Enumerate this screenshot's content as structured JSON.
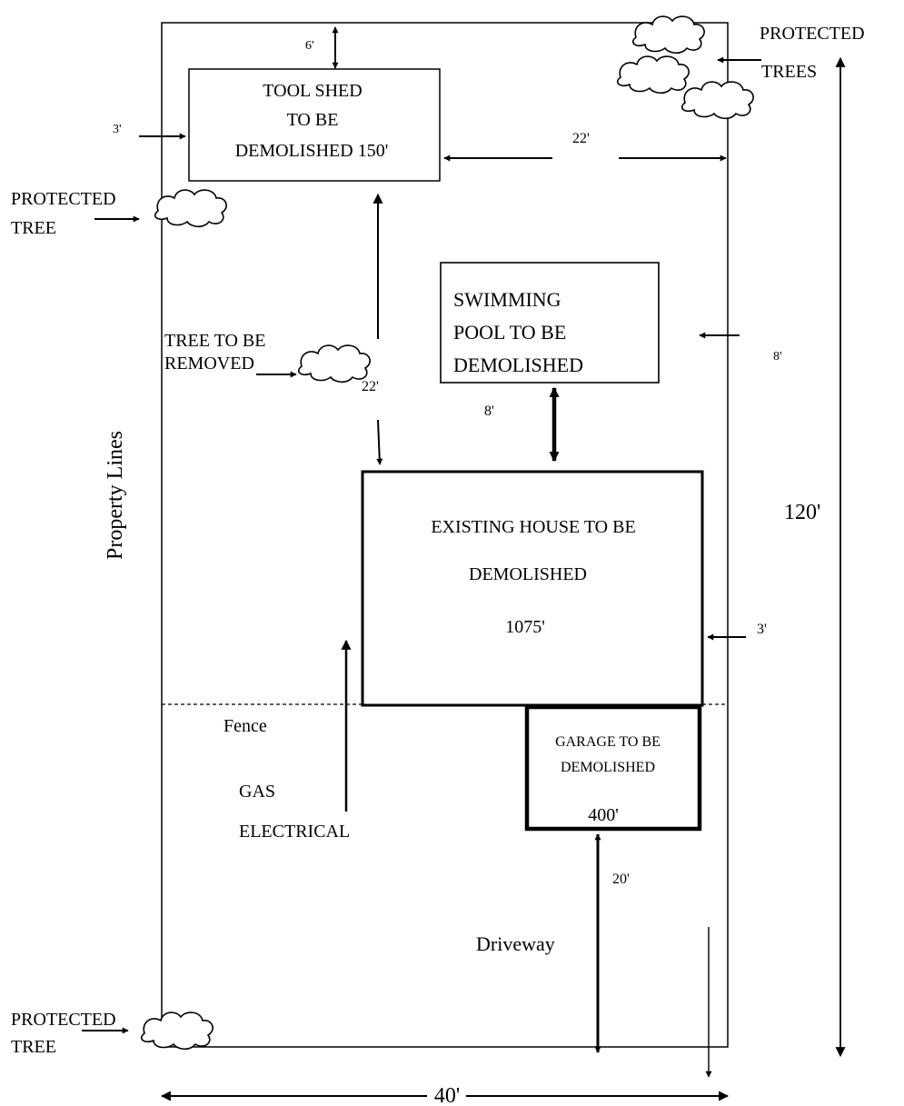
{
  "labels": {
    "protected_trees_1": "PROTECTED",
    "protected_trees_2": "TREES",
    "protected_tree_top_1": "PROTECTED",
    "protected_tree_top_2": "TREE",
    "protected_tree_bottom_1": "PROTECTED",
    "protected_tree_bottom_2": "TREE",
    "tree_removed_1": "TREE TO BE",
    "tree_removed_2": "REMOVED",
    "property_lines": "Property Lines",
    "fence": "Fence",
    "gas": "GAS",
    "electrical": "ELECTRICAL",
    "driveway": "Driveway"
  },
  "structures": {
    "tool_shed": {
      "line1": "TOOL SHED",
      "line2": "TO BE",
      "line3": "DEMOLISHED 150'"
    },
    "pool": {
      "line1": "SWIMMING",
      "line2": "POOL TO BE",
      "line3": "DEMOLISHED"
    },
    "house": {
      "line1": "EXISTING HOUSE TO BE",
      "line2": "DEMOLISHED",
      "area": "1075'"
    },
    "garage": {
      "line1": "GARAGE TO BE",
      "line2": "DEMOLISHED",
      "area": "400'"
    }
  },
  "dimensions": {
    "shed_top": "6'",
    "shed_left": "3'",
    "shed_right": "22'",
    "shed_to_house": "22'",
    "pool_right": "8'",
    "pool_to_house": "8'",
    "house_right": "3'",
    "garage_to_street": "20'",
    "lot_depth": "120'",
    "lot_width": "40'"
  }
}
